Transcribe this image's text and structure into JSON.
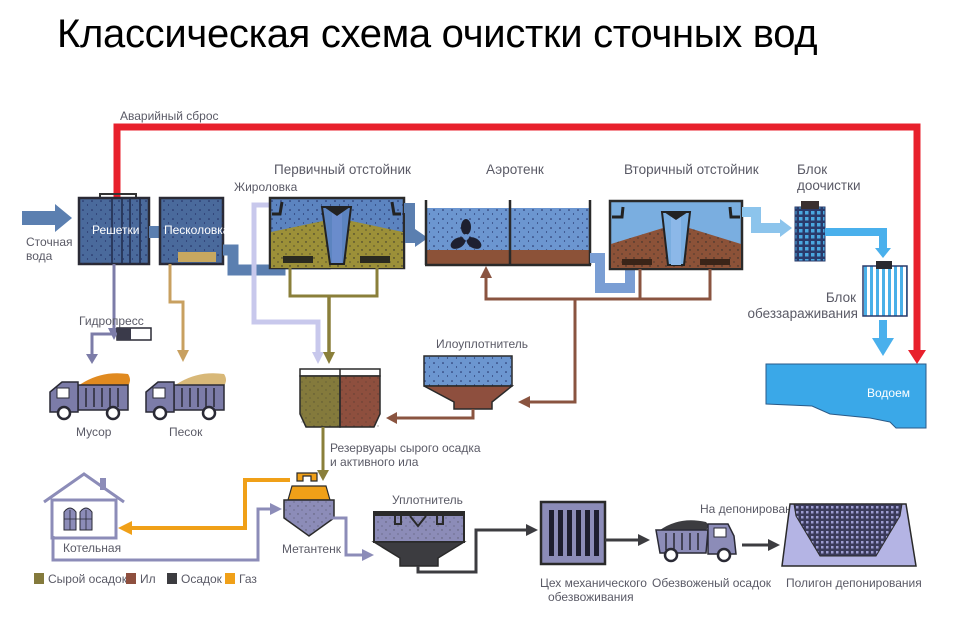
{
  "title": "Классическая схема очистки сточных вод",
  "colors": {
    "emergency": "#e8202c",
    "water": "#5b7fb0",
    "clean_water": "#62b5e5",
    "raw_sludge": "#8a7f3a",
    "activated_sludge": "#8a5440",
    "sludge": "#3c3c42",
    "gas": "#f0a020",
    "grease": "#c8c8ec",
    "debris": "#7c7ca8",
    "sand": "#c8a060",
    "reservoir": "#3aa8e8"
  },
  "labels": {
    "emergency_discharge": "Аварийный сброс",
    "wastewater_in_1": "Сточная",
    "wastewater_in_2": "вода",
    "screens": "Решетки",
    "grit_chamber": "Песколовка",
    "grease_trap": "Жироловка",
    "primary_clarifier": "Первичный отстойник",
    "aerotank": "Аэротенк",
    "secondary_clarifier": "Вторичный отстойник",
    "post_treatment_1": "Блок",
    "post_treatment_2": "доочистки",
    "disinfection_1": "Блок",
    "disinfection_2": "обеззараживания",
    "water_body": "Водоем",
    "hydropress": "Гидропресс",
    "garbage": "Мусор",
    "sand": "Песок",
    "sludge_thickener": "Илоуплотнитель",
    "reservoirs_1": "Резервуары сырого осадка",
    "reservoirs_2": "и активного ила",
    "boiler_house": "Котельная",
    "methane_tank": "Метантенк",
    "thickener": "Уплотнитель",
    "mech_dewatering_1": "Цех механического",
    "mech_dewatering_2": "обезвоживания",
    "dewatered_sludge": "Обезвоженый осадок",
    "to_deposit": "На депонирование",
    "landfill": "Полигон депонирования"
  },
  "legend": [
    {
      "label": "Сырой осадок",
      "color": "#847a3c"
    },
    {
      "label": "Ил",
      "color": "#8e4f3e"
    },
    {
      "label": "Осадок",
      "color": "#3c3c40"
    },
    {
      "label": "Газ",
      "color": "#f0a018"
    }
  ]
}
